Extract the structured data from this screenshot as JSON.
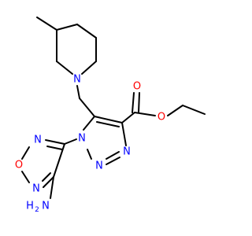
{
  "colors": {
    "nitrogen": "#0000ff",
    "oxygen": "#ff0000",
    "carbon_bond": "#000000"
  },
  "atoms": {
    "n_piperidine": "N",
    "o_carbonyl": "O",
    "o_ester": "O",
    "n_triazole_1": "N",
    "n_triazole_2": "N",
    "n_triazole_3": "N",
    "n_oxadiazole_1": "N",
    "o_oxadiazole": "O",
    "n_oxadiazole_2": "N",
    "nh2_n": "N",
    "nh2_h": "H",
    "nh2_sub": "2"
  }
}
